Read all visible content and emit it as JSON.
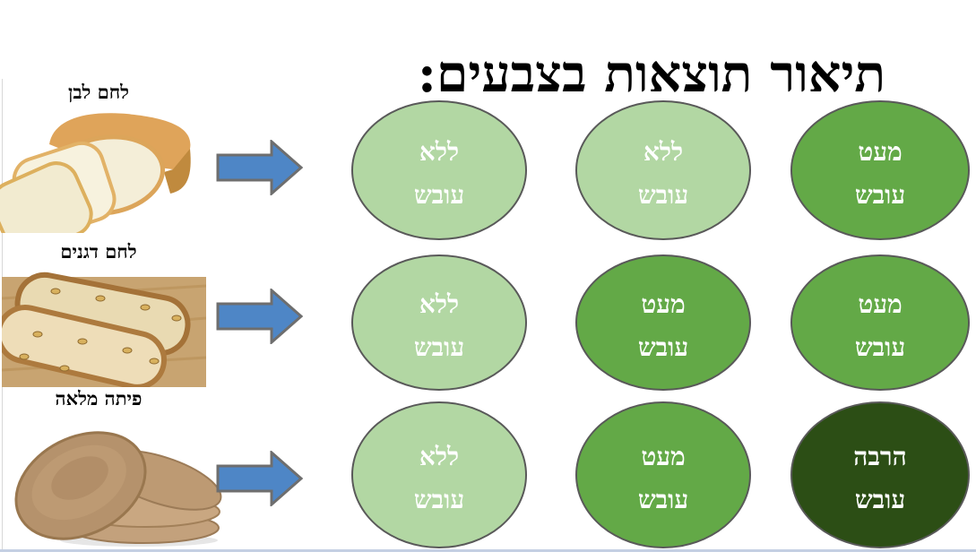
{
  "title": "תיאור תוצאות בצבעים:",
  "colors": {
    "level_none": "#b2d7a3",
    "level_little": "#63a947",
    "level_much": "#2c4e15",
    "circle_border": "#595959",
    "arrow_fill": "#4e86c6",
    "arrow_border": "#6e6e6e",
    "text_on_circle": "#ffffff"
  },
  "legend": {
    "none": "ללא עובש",
    "little": "מעט עובש",
    "much": "הרבה עובש"
  },
  "rows": [
    {
      "label": "לחם לבן",
      "image": "white-bread-photo",
      "cells": [
        {
          "line1": "ללא",
          "line2": "עובש",
          "level": "none"
        },
        {
          "line1": "ללא",
          "line2": "עובש",
          "level": "none"
        },
        {
          "line1": "מעט",
          "line2": "עובש",
          "level": "little"
        }
      ]
    },
    {
      "label": "לחם דגנים",
      "image": "grain-bread-photo",
      "cells": [
        {
          "line1": "ללא",
          "line2": "עובש",
          "level": "none"
        },
        {
          "line1": "מעט",
          "line2": "עובש",
          "level": "little"
        },
        {
          "line1": "מעט",
          "line2": "עובש",
          "level": "little"
        }
      ]
    },
    {
      "label": "פיתה מלאה",
      "image": "whole-pita-photo",
      "cells": [
        {
          "line1": "ללא",
          "line2": "עובש",
          "level": "none"
        },
        {
          "line1": "מעט",
          "line2": "עובש",
          "level": "little"
        },
        {
          "line1": "הרבה",
          "line2": "עובש",
          "level": "much"
        }
      ]
    }
  ]
}
